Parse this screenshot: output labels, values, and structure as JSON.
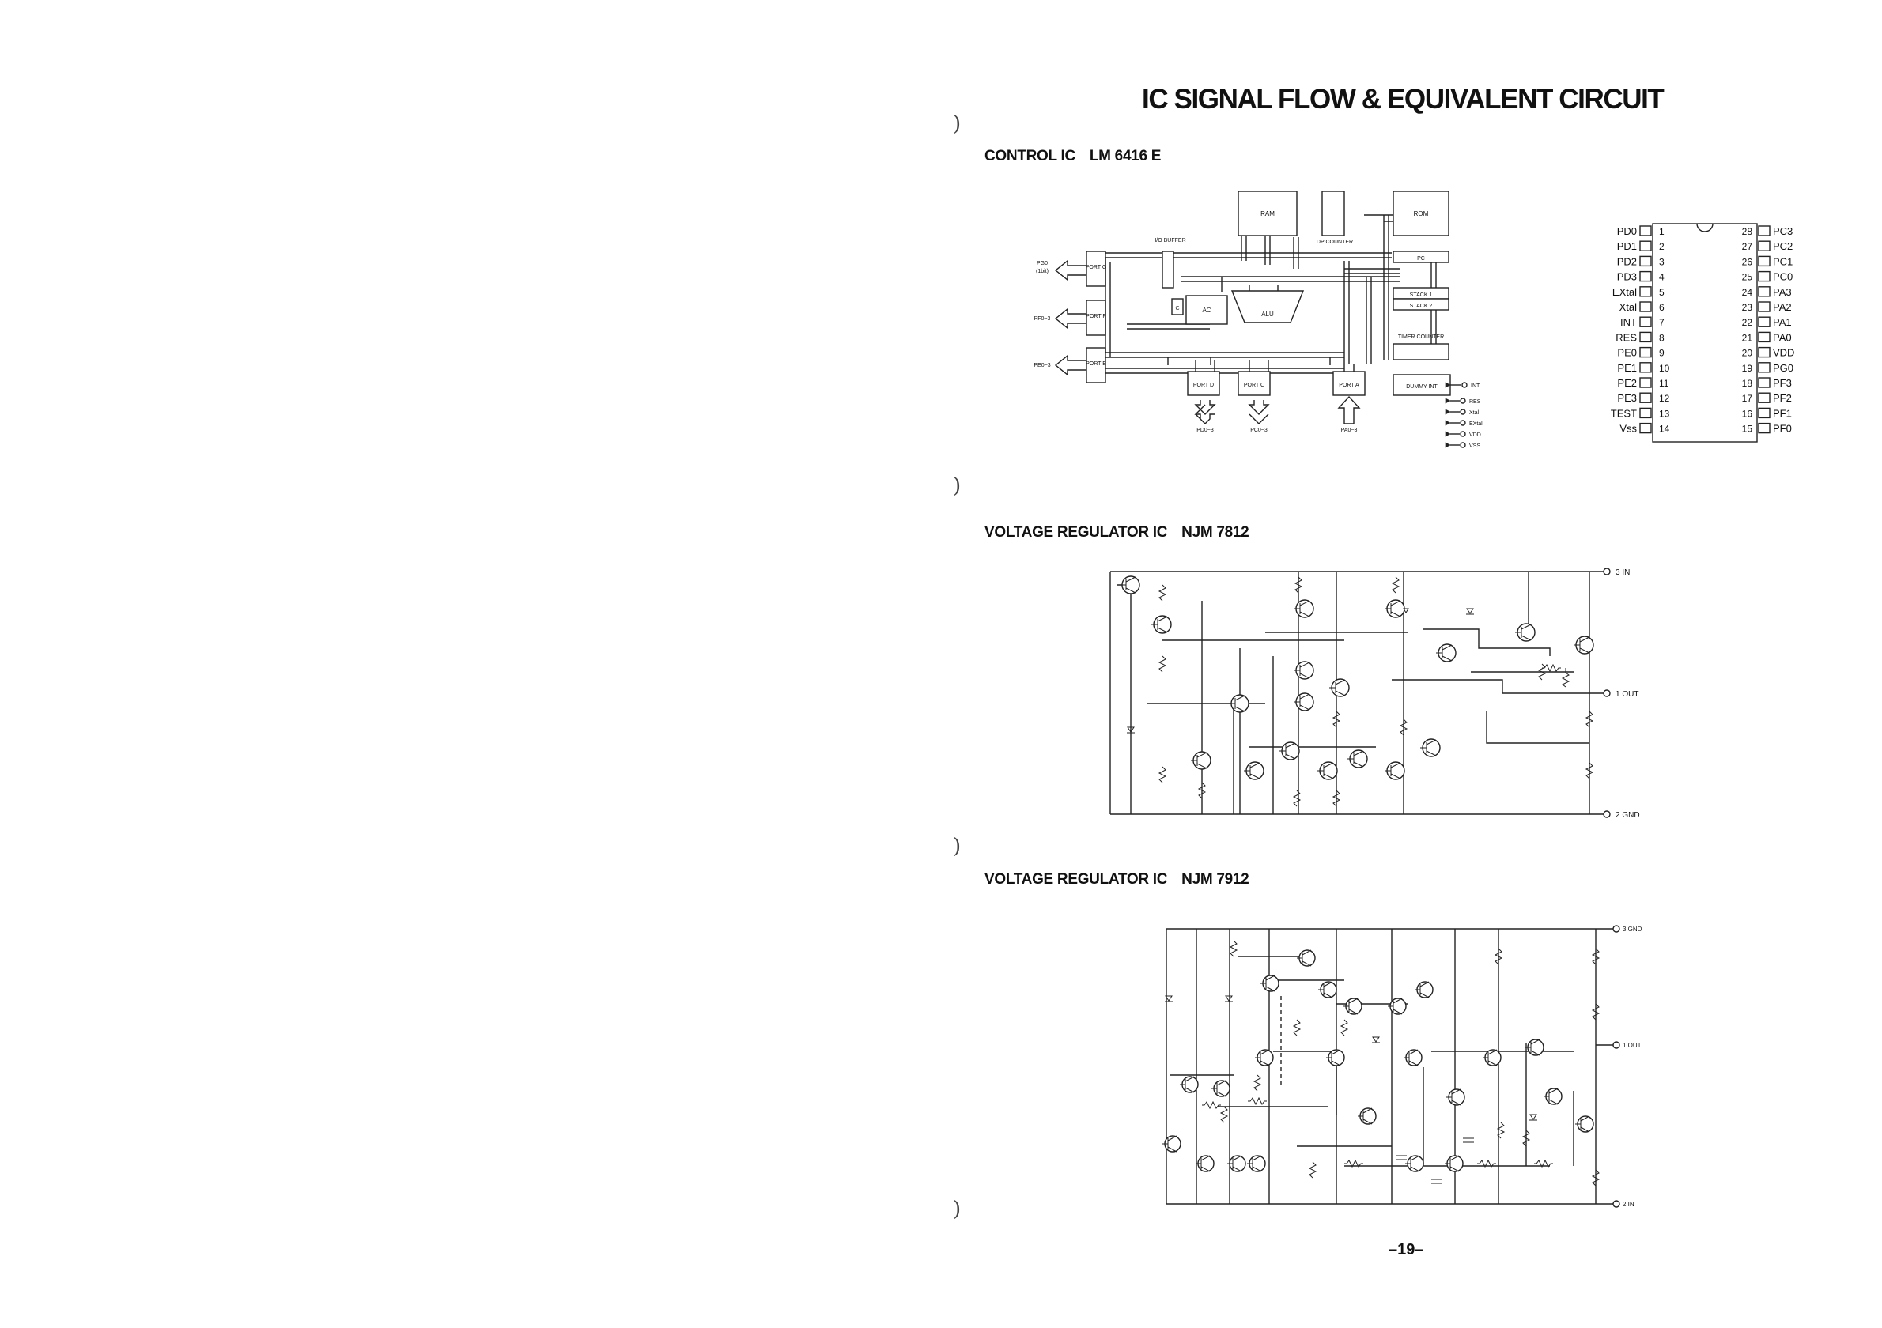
{
  "title": "IC SIGNAL FLOW & EQUIVALENT CIRCUIT",
  "sections": {
    "control": {
      "label": "CONTROL IC",
      "part": "LM 6416 E"
    },
    "reg1": {
      "label": "VOLTAGE REGULATOR IC",
      "part": "NJM 7812"
    },
    "reg2": {
      "label": "VOLTAGE REGULATOR IC",
      "part": "NJM 7912"
    }
  },
  "block_diagram": {
    "blocks": {
      "ram": "RAM",
      "rom": "ROM",
      "dp_counter": "DP COUNTER",
      "pc": "PC",
      "io_buffer": "I/O BUFFER",
      "port_g": "PORT G",
      "port_f": "PORT F",
      "port_e": "PORT E",
      "c": "C",
      "ac": "AC",
      "alu": "ALU",
      "stack1": "STACK 1",
      "stack2": "STACK 2",
      "timer": "TIMER COUNTER",
      "dummy_int": "DUMMY INT",
      "port_d": "PORT D",
      "port_c": "PORT C",
      "port_a": "PORT A"
    },
    "signals": {
      "pg": "PG0",
      "pg_note": "(1bit)",
      "pf": "PF0~3",
      "pe": "PE0~3",
      "pd": "PD0~3",
      "pc": "PC0~3",
      "pa": "PA0~3",
      "int": "INT",
      "res": "RES",
      "xtal": "Xtal",
      "extal": "EXtal",
      "vdd": "VDD",
      "vss": "VSS"
    }
  },
  "pinout": {
    "left": [
      {
        "num": "1",
        "name": "PD0"
      },
      {
        "num": "2",
        "name": "PD1"
      },
      {
        "num": "3",
        "name": "PD2"
      },
      {
        "num": "4",
        "name": "PD3"
      },
      {
        "num": "5",
        "name": "EXtal"
      },
      {
        "num": "6",
        "name": "Xtal"
      },
      {
        "num": "7",
        "name": "INT"
      },
      {
        "num": "8",
        "name": "RES"
      },
      {
        "num": "9",
        "name": "PE0"
      },
      {
        "num": "10",
        "name": "PE1"
      },
      {
        "num": "11",
        "name": "PE2"
      },
      {
        "num": "12",
        "name": "PE3"
      },
      {
        "num": "13",
        "name": "TEST"
      },
      {
        "num": "14",
        "name": "Vss"
      }
    ],
    "right": [
      {
        "num": "28",
        "name": "PC3"
      },
      {
        "num": "27",
        "name": "PC2"
      },
      {
        "num": "26",
        "name": "PC1"
      },
      {
        "num": "25",
        "name": "PC0"
      },
      {
        "num": "24",
        "name": "PA3"
      },
      {
        "num": "23",
        "name": "PA2"
      },
      {
        "num": "22",
        "name": "PA1"
      },
      {
        "num": "21",
        "name": "PA0"
      },
      {
        "num": "20",
        "name": "VDD"
      },
      {
        "num": "19",
        "name": "PG0"
      },
      {
        "num": "18",
        "name": "PF3"
      },
      {
        "num": "17",
        "name": "PF2"
      },
      {
        "num": "16",
        "name": "PF1"
      },
      {
        "num": "15",
        "name": "PF0"
      }
    ]
  },
  "reg1_terminals": {
    "in": "3 IN",
    "out": "1 OUT",
    "gnd": "2 GND"
  },
  "reg2_terminals": {
    "gnd": "3 GND",
    "out": "1 OUT",
    "in": "2 IN"
  },
  "page_number": "–19–"
}
